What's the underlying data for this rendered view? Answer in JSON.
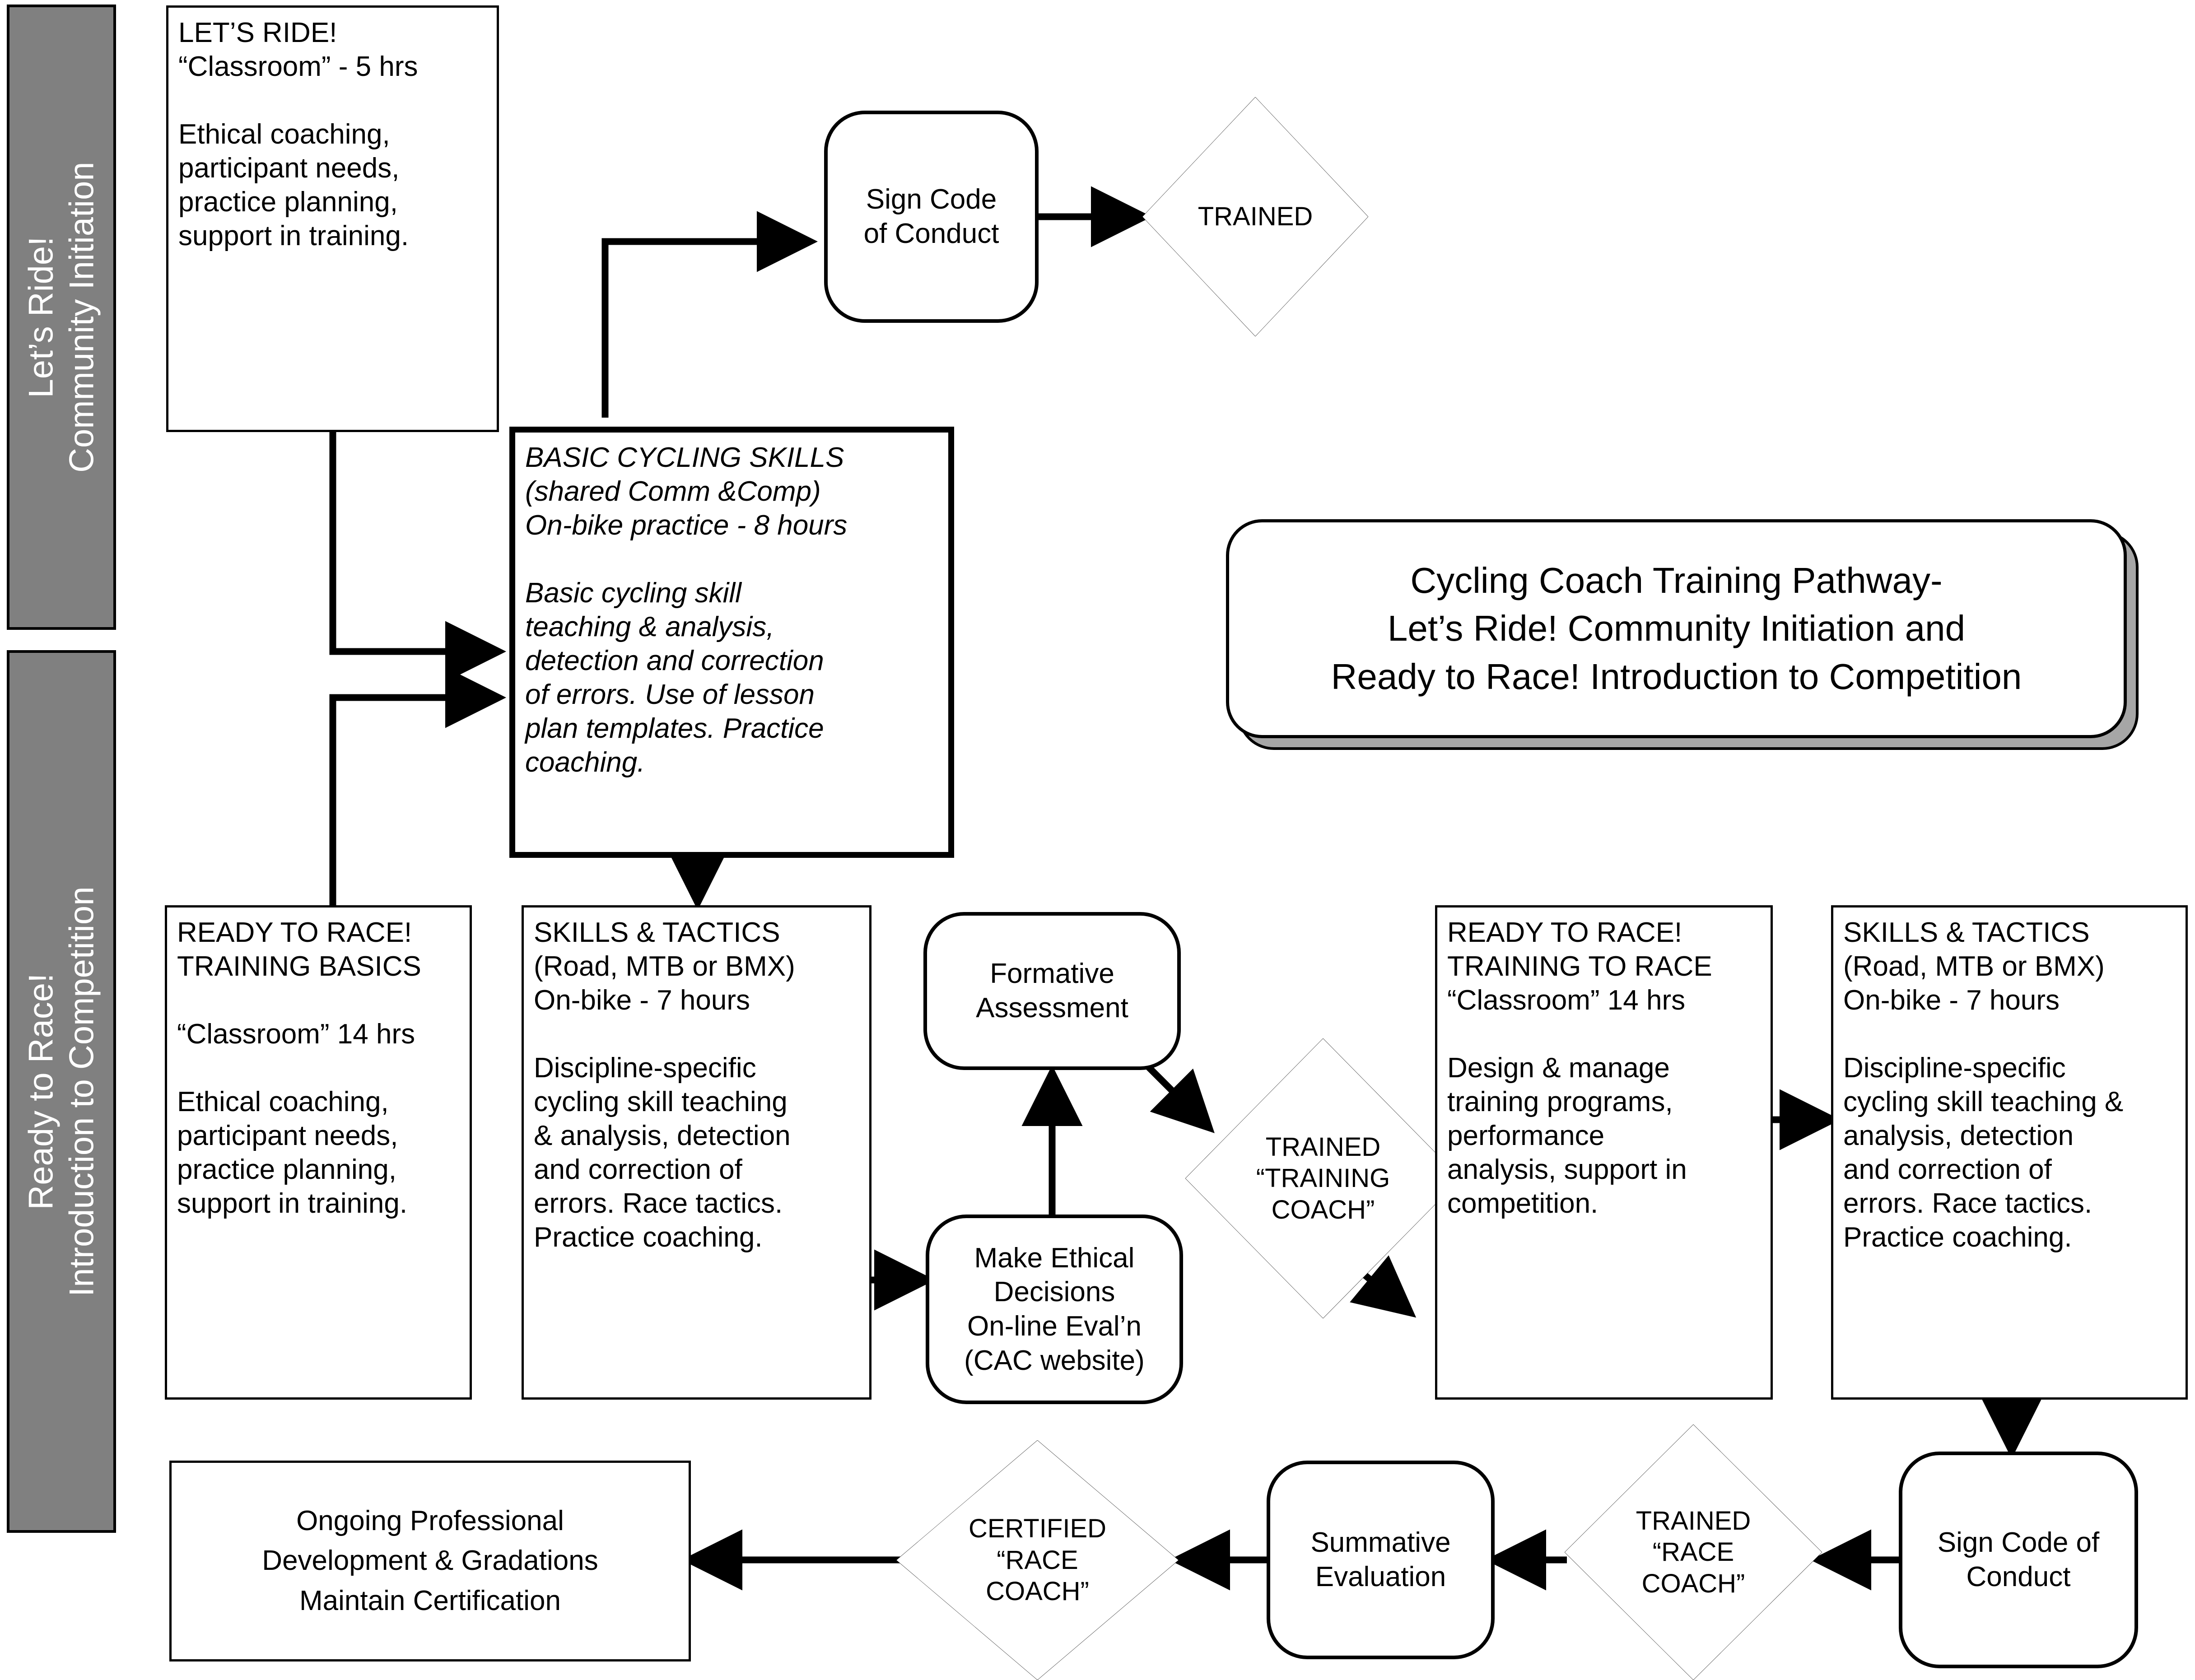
{
  "diagram": {
    "title": "Cycling Coach Training Pathway-\nLet’s Ride! Community Initiation and\nReady to Race! Introduction to Competition",
    "accent_gray": "#808080",
    "line_color": "#000000",
    "bands": [
      {
        "line1": "Let’s Ride!",
        "line2": "Community Initiation"
      },
      {
        "line1": "Ready to Race!",
        "line2": "Introduction to Competition"
      }
    ],
    "nodes": {
      "lets_ride": "LET’S RIDE!\n“Classroom” - 5 hrs\n\nEthical coaching,\nparticipant needs,\npractice planning,\nsupport in training.",
      "sign_code_top": "Sign Code\nof Conduct",
      "trained_top": "TRAINED",
      "basic_cycling_skills": "BASIC CYCLING SKILLS\n(shared Comm &Comp)\nOn-bike practice - 8 hours\n\nBasic cycling skill\nteaching & analysis,\ndetection and correction\nof errors. Use of lesson\nplan templates. Practice\ncoaching.",
      "ready_to_race_basics": "READY TO RACE!\nTRAINING BASICS\n\n“Classroom” 14 hrs\n\nEthical coaching,\nparticipant needs,\npractice planning,\nsupport in training.",
      "skills_tactics_left": "SKILLS & TACTICS\n(Road, MTB or BMX)\nOn-bike  - 7 hours\n\nDiscipline-specific\ncycling skill teaching\n& analysis, detection\nand correction of\nerrors. Race tactics.\nPractice coaching.",
      "formative_assessment": "Formative\nAssessment",
      "make_ethical_decisions": "Make Ethical\nDecisions\nOn-line Eval’n\n(CAC website)",
      "trained_training_coach": "TRAINED\n“TRAINING\nCOACH”",
      "ready_to_race_training": "READY TO RACE!\nTRAINING TO RACE\n“Classroom” 14 hrs\n\nDesign & manage\ntraining programs,\nperformance\nanalysis, support in\ncompetition.",
      "skills_tactics_right": "SKILLS & TACTICS\n(Road, MTB or BMX)\nOn-bike  - 7 hours\n\nDiscipline-specific\ncycling skill teaching &\nanalysis, detection\nand correction of\nerrors. Race tactics.\nPractice coaching.",
      "sign_code_bottom": "Sign Code of\nConduct",
      "trained_race_coach": "TRAINED\n“RACE\nCOACH”",
      "summative_evaluation": "Summative\nEvaluation",
      "certified_race_coach": "CERTIFIED\n“RACE\nCOACH”",
      "ongoing_professional": "Ongoing Professional\nDevelopment & Gradations\nMaintain Certification"
    }
  }
}
